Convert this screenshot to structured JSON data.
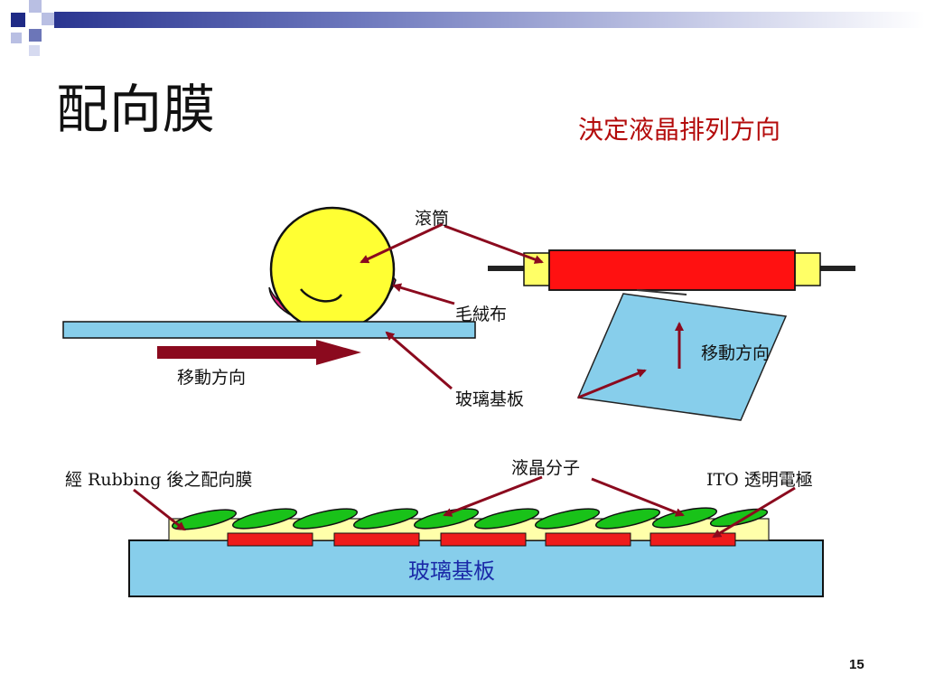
{
  "slide": {
    "title": "配向膜",
    "subtitle": "決定液晶排列方向",
    "page_number": "15"
  },
  "diagram": {
    "labels": {
      "roller": "滾筒",
      "cloth": "毛絨布",
      "direction_left": "移動方向",
      "direction_right": "移動方向",
      "glass_top": "玻璃基板",
      "aligned_film": "經 Rubbing 後之配向膜",
      "lc_molecules": "液晶分子",
      "ito": "ITO 透明電極",
      "glass_bottom": "玻璃基板"
    },
    "colors": {
      "roller_yellow": "#ffff33",
      "cloth_pink": "#e0227a",
      "glass_blue": "#87ceeb",
      "arrow_dark_red": "#8b0a1e",
      "ito_red": "#ee1c1c",
      "lc_green": "#19c219",
      "film_yellow": "#ffffaa",
      "rod_red": "#ff1111"
    }
  }
}
